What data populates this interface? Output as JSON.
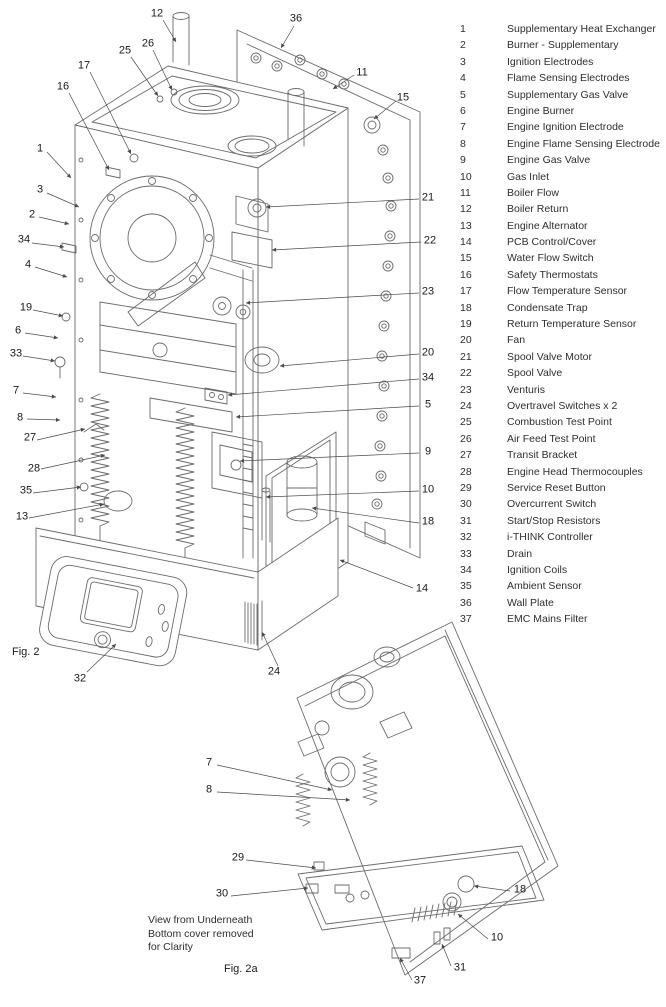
{
  "parts": {
    "items": [
      {
        "num": "1",
        "label": "Supplementary Heat Exchanger"
      },
      {
        "num": "2",
        "label": "Burner - Supplementary"
      },
      {
        "num": "3",
        "label": "Ignition Electrodes"
      },
      {
        "num": "4",
        "label": "Flame Sensing Electrodes"
      },
      {
        "num": "5",
        "label": "Supplementary Gas Valve"
      },
      {
        "num": "6",
        "label": "Engine Burner"
      },
      {
        "num": "7",
        "label": "Engine Ignition Electrode"
      },
      {
        "num": "8",
        "label": "Engine Flame Sensing Electrode"
      },
      {
        "num": "9",
        "label": "Engine Gas Valve"
      },
      {
        "num": "10",
        "label": "Gas Inlet"
      },
      {
        "num": "11",
        "label": "Boiler Flow"
      },
      {
        "num": "12",
        "label": "Boiler Return"
      },
      {
        "num": "13",
        "label": "Engine Alternator"
      },
      {
        "num": "14",
        "label": "PCB Control/Cover"
      },
      {
        "num": "15",
        "label": "Water Flow Switch"
      },
      {
        "num": "16",
        "label": "Safety Thermostats"
      },
      {
        "num": "17",
        "label": "Flow Temperature Sensor"
      },
      {
        "num": "18",
        "label": "Condensate Trap"
      },
      {
        "num": "19",
        "label": "Return Temperature Sensor"
      },
      {
        "num": "20",
        "label": "Fan"
      },
      {
        "num": "21",
        "label": "Spool Valve Motor"
      },
      {
        "num": "22",
        "label": "Spool Valve"
      },
      {
        "num": "23",
        "label": "Venturis"
      },
      {
        "num": "24",
        "label": "Overtravel Switches x 2"
      },
      {
        "num": "25",
        "label": "Combustion Test Point"
      },
      {
        "num": "26",
        "label": "Air Feed Test Point"
      },
      {
        "num": "27",
        "label": "Transit Bracket"
      },
      {
        "num": "28",
        "label": "Engine Head Thermocouples"
      },
      {
        "num": "29",
        "label": "Service Reset Button"
      },
      {
        "num": "30",
        "label": "Overcurrent Switch"
      },
      {
        "num": "31",
        "label": "Start/Stop Resistors"
      },
      {
        "num": "32",
        "label": "i-THINK Controller"
      },
      {
        "num": "33",
        "label": "Drain"
      },
      {
        "num": "34",
        "label": "Ignition Coils"
      },
      {
        "num": "35",
        "label": "Ambient Sensor"
      },
      {
        "num": "36",
        "label": "Wall Plate"
      },
      {
        "num": "37",
        "label": "EMC Mains Filter"
      }
    ]
  },
  "fig2": {
    "caption": "Fig. 2",
    "callouts": [
      "12",
      "36",
      "25",
      "26",
      "17",
      "16",
      "1",
      "3",
      "2",
      "34",
      "4",
      "19",
      "6",
      "33",
      "7",
      "8",
      "27",
      "28",
      "35",
      "13",
      "32",
      "11",
      "15",
      "21",
      "22",
      "23",
      "20",
      "34",
      "5",
      "9",
      "10",
      "18",
      "14",
      "24"
    ]
  },
  "fig2a": {
    "caption": "Fig. 2a",
    "note_lines": [
      "View from Underneath",
      "Bottom cover removed",
      "for Clarity"
    ],
    "callouts": [
      "7",
      "8",
      "29",
      "30",
      "18",
      "10",
      "31",
      "37"
    ]
  }
}
